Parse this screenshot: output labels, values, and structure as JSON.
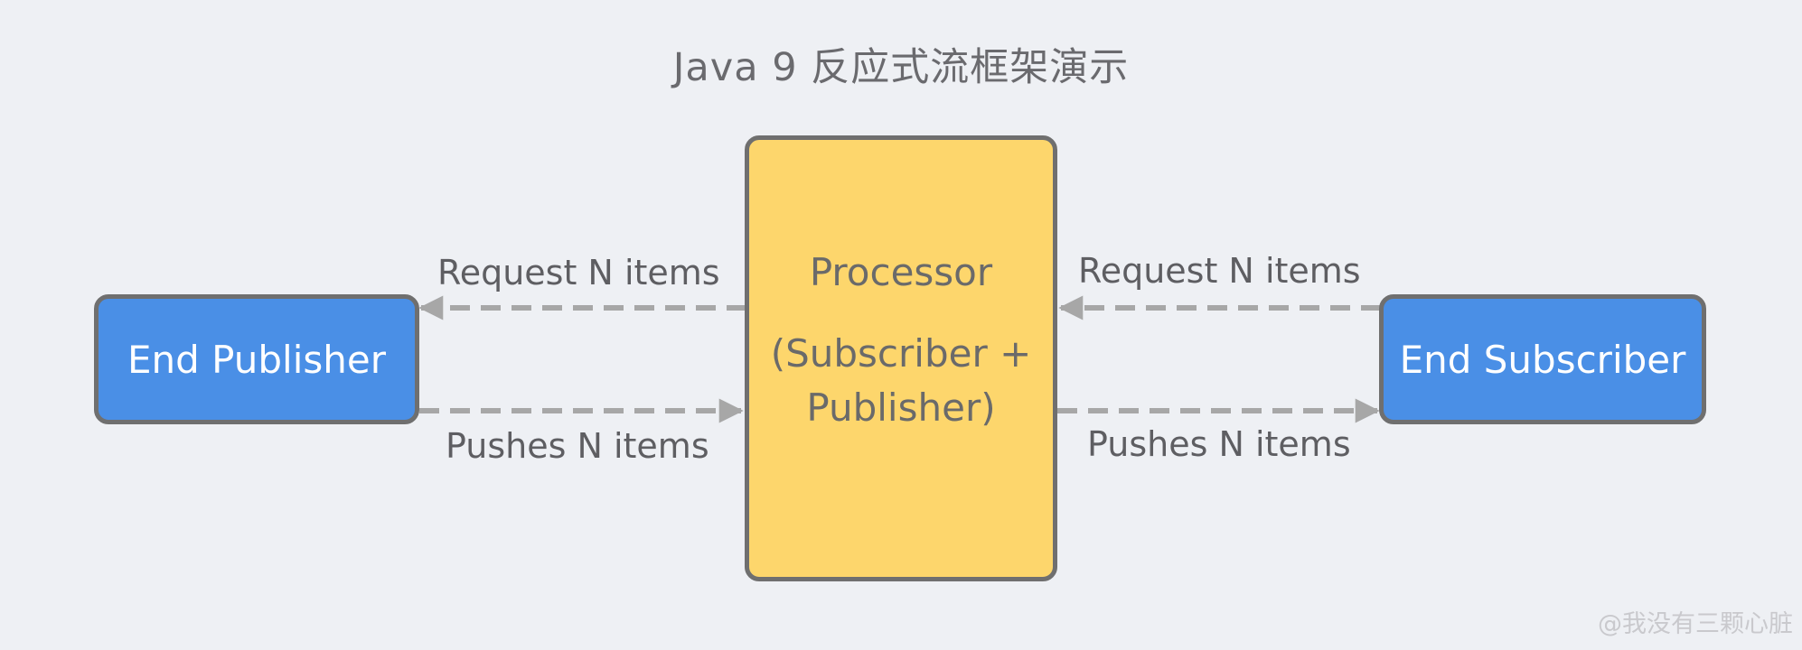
{
  "title": "Java 9 反应式流框架演示",
  "nodes": {
    "end_publisher": "End Publisher",
    "processor_name": "Processor",
    "processor_role_line1": "(Subscriber +",
    "processor_role_line2": "Publisher)",
    "end_subscriber": "End Subscriber"
  },
  "edges": {
    "left_request": "Request N items",
    "left_push": "Pushes N items",
    "right_request": "Request N items",
    "right_push": "Pushes N items"
  },
  "colors": {
    "background": "#eef0f4",
    "end_box_fill": "#4a8fe6",
    "processor_fill": "#fdd66c",
    "arrow": "#a7a7a7"
  },
  "watermark": "@我没有三颗心脏"
}
